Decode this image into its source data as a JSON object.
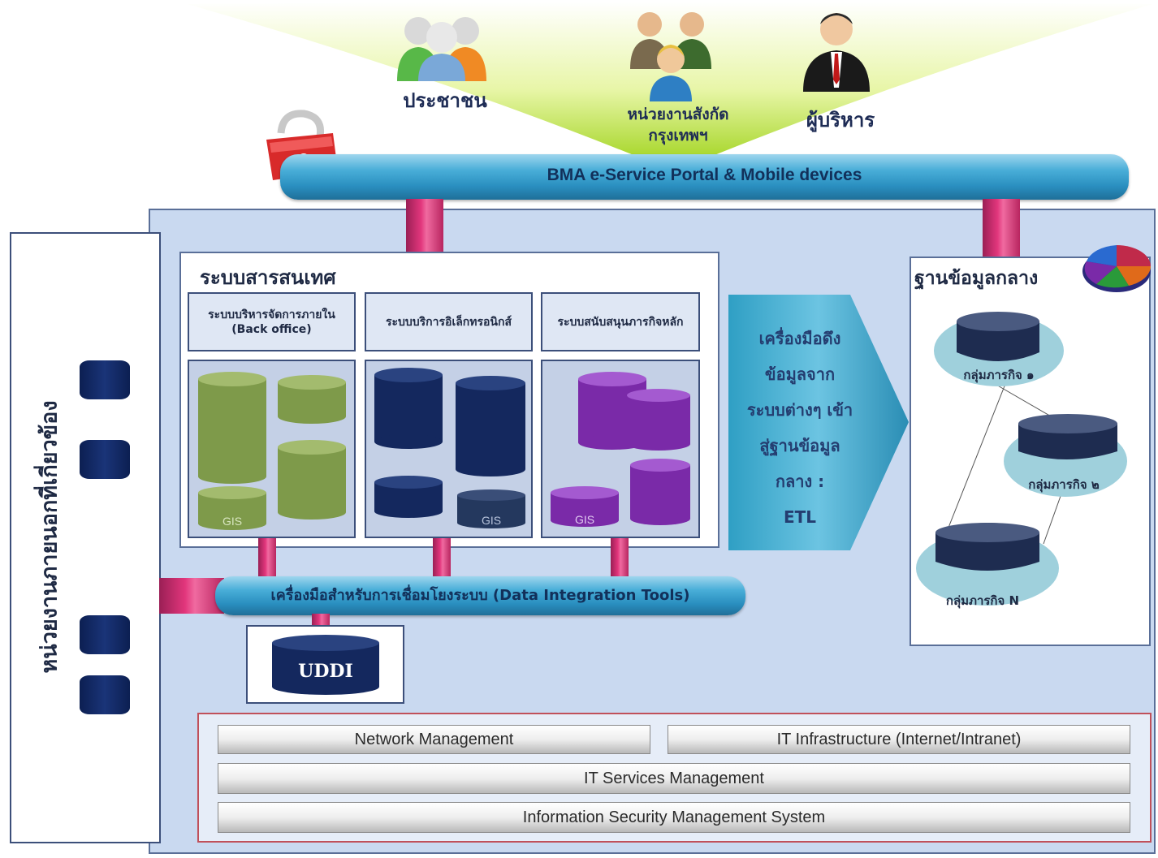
{
  "users": {
    "citizens": "ประชาชน",
    "agencies_line1": "หน่วยงานสังกัด",
    "agencies_line2": "กรุงเทพฯ",
    "executives": "ผู้บริหาร"
  },
  "portal": {
    "label": "BMA e-Service Portal & Mobile devices"
  },
  "external_agencies": {
    "title": "หน่วยงานภายนอกที่เกี่ยวข้อง"
  },
  "information_systems": {
    "title": "ระบบสารสนเทศ",
    "columns": [
      {
        "label": "ระบบบริหารจัดการภายใน (Back office)",
        "gis": "GIS",
        "color": "#7e9a4a"
      },
      {
        "label": "ระบบบริการอิเล็กทรอนิกส์",
        "gis": "GIS",
        "color": "#14285e"
      },
      {
        "label": "ระบบสนับสนุนภารกิจหลัก",
        "gis": "GIS",
        "color": "#7a2aa8"
      }
    ]
  },
  "etl": {
    "line1": "เครื่องมือดึง",
    "line2": "ข้อมูลจาก",
    "line3": "ระบบต่างๆ เข้า",
    "line4": "สู่ฐานข้อมูล",
    "line5": "กลาง :",
    "line6": "ETL"
  },
  "central_db": {
    "title": "ฐานข้อมูลกลาง",
    "groups": [
      "กลุ่มภารกิจ ๑",
      "กลุ่มภารกิจ ๒",
      "กลุ่มภารกิจ N"
    ]
  },
  "integration": {
    "label": "เครื่องมือสำหรับการเชื่อมโยงระบบ (Data Integration Tools)"
  },
  "uddi": {
    "label": "UDDI"
  },
  "infrastructure": {
    "network": "Network Management",
    "it_infra": "IT Infrastructure (Internet/Intranet)",
    "it_services": "IT Services Management",
    "security": "Information Security Management System"
  }
}
